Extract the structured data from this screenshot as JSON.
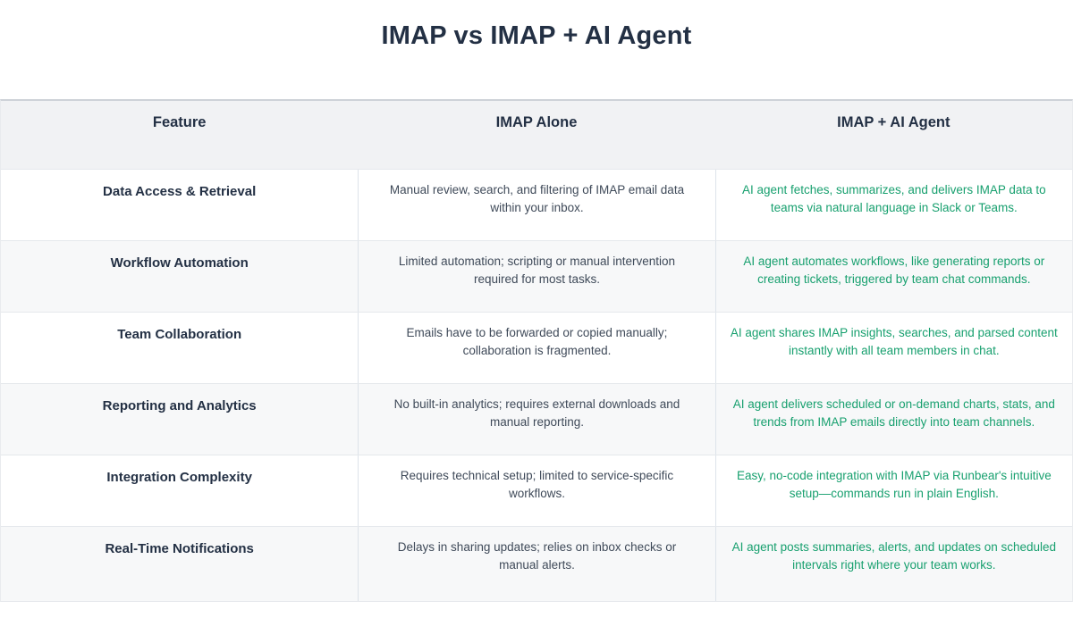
{
  "page": {
    "title": "IMAP vs IMAP + AI Agent"
  },
  "table": {
    "headers": [
      "Feature",
      "IMAP Alone",
      "IMAP + AI Agent"
    ],
    "rows": [
      {
        "feature": "Data Access & Retrieval",
        "imap_alone": "Manual review, search, and filtering of IMAP email data within your inbox.",
        "imap_ai": "AI agent fetches, summarizes, and delivers IMAP data to teams via natural language in Slack or Teams."
      },
      {
        "feature": "Workflow Automation",
        "imap_alone": "Limited automation; scripting or manual intervention required for most tasks.",
        "imap_ai": "AI agent automates workflows, like generating reports or creating tickets, triggered by team chat commands."
      },
      {
        "feature": "Team Collaboration",
        "imap_alone": "Emails have to be forwarded or copied manually; collaboration is fragmented.",
        "imap_ai": "AI agent shares IMAP insights, searches, and parsed content instantly with all team members in chat."
      },
      {
        "feature": "Reporting and Analytics",
        "imap_alone": "No built-in analytics; requires external downloads and manual reporting.",
        "imap_ai": "AI agent delivers scheduled or on-demand charts, stats, and trends from IMAP emails directly into team channels."
      },
      {
        "feature": "Integration Complexity",
        "imap_alone": "Requires technical setup; limited to service-specific workflows.",
        "imap_ai": "Easy, no-code integration with IMAP via Runbear's intuitive setup—commands run in plain English."
      },
      {
        "feature": "Real-Time Notifications",
        "imap_alone": "Delays in sharing updates; relies on inbox checks or manual alerts.",
        "imap_ai": "AI agent posts summaries, alerts, and updates on scheduled intervals right where your team works."
      }
    ]
  },
  "colors": {
    "heading_navy": "#233044",
    "body_slate": "#3f4a59",
    "accent_green": "#18a06f",
    "header_bg": "#f1f2f4",
    "row_alt_bg": "#f7f8f9",
    "table_top_border": "#ced2d8"
  }
}
